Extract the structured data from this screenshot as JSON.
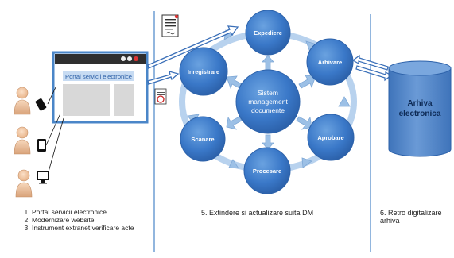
{
  "portal": {
    "title": "Portal servicii electronice"
  },
  "circle_center": {
    "line1": "Sistem",
    "line2": "management",
    "line3": "documente"
  },
  "circles": {
    "expediere": "Expediere",
    "arhivare": "Arhivare",
    "inregistrare": "Inregistrare",
    "scanare": "Scanare",
    "aprobare": "Aprobare",
    "procesare": "Procesare"
  },
  "archive": {
    "line1": "Arhiva",
    "line2": "electronica"
  },
  "captions": {
    "left_items": [
      "Portal servicii electronice",
      "Modernizare website",
      "Instrument extranet verificare acte"
    ],
    "middle": "5. Extindere si actualizare suita DM",
    "right": "6. Retro digitalizare arhiva"
  },
  "colors": {
    "circle_fill": "#3a78c8",
    "cylinder_fill": "#4f86cc",
    "arrow_fill": "#9cc0e6",
    "divider": "#4a86c8",
    "portal_frame": "#4a86c8"
  }
}
